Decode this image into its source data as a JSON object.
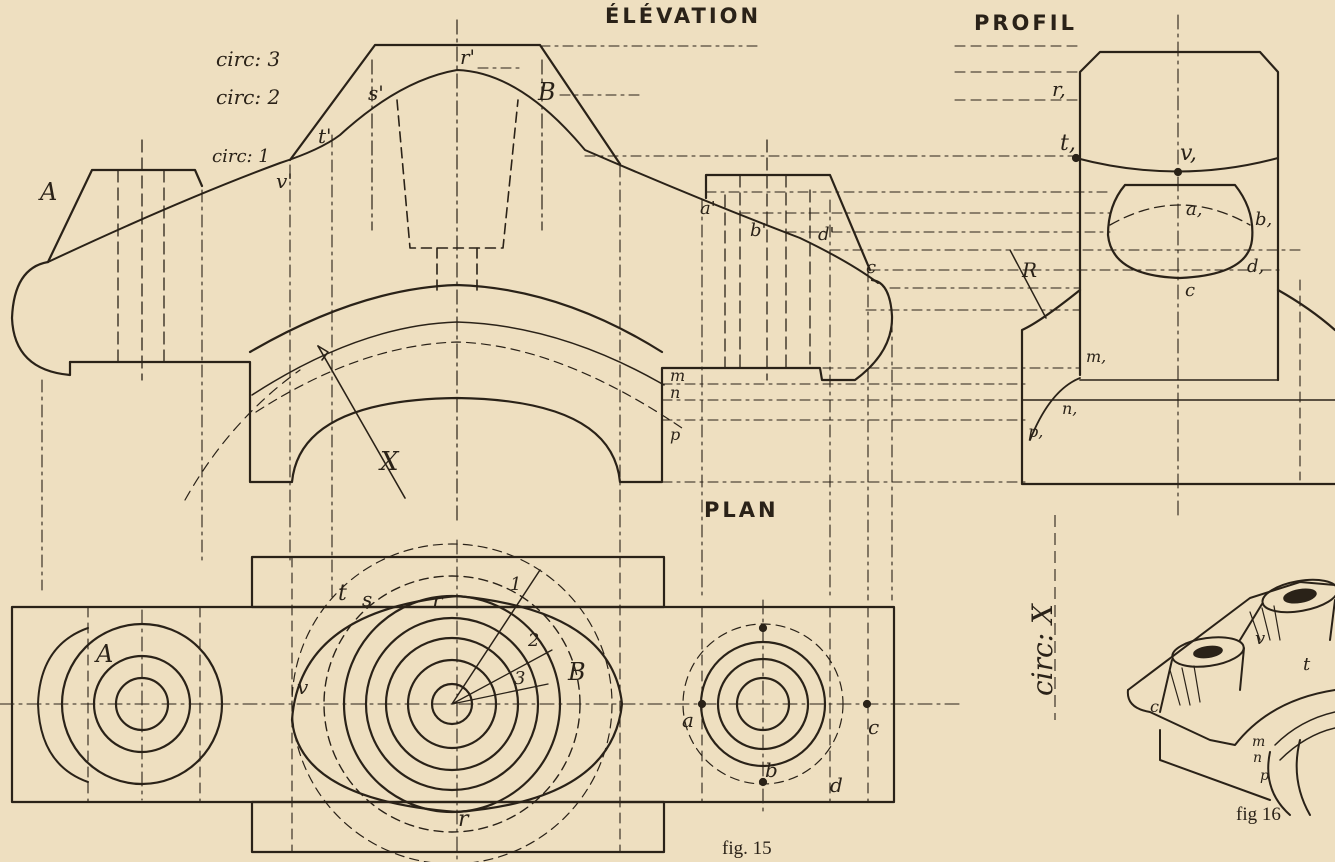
{
  "titles": {
    "elevation": "ÉLÉVATION",
    "profil": "PROFIL",
    "plan": "PLAN"
  },
  "captions": {
    "fig15": "fig. 15",
    "fig16": "fig 16"
  },
  "labels": {
    "circ3": "circ: 3",
    "circ2": "circ: 2",
    "circ1": "circ: 1",
    "A": "A",
    "B": "B",
    "r_prime": "r'",
    "s_prime": "s'",
    "t_prime": "t'",
    "v_prime": "v'",
    "a_prime": "a'",
    "b_prime": "b'",
    "d_prime": "d'",
    "c": "c",
    "m": "m",
    "n": "n",
    "p": "p",
    "X": "X",
    "r1": "r,",
    "t1": "t,",
    "v1": "v,",
    "a1": "a,",
    "b1": "b,",
    "d1": "d,",
    "c1": "c",
    "m1": "m,",
    "n1": "n,",
    "p1": "p,",
    "R": "R",
    "plan_A": "A",
    "plan_B": "B",
    "plan_t": "t",
    "plan_s": "s",
    "plan_r_top": "r",
    "plan_r_bottom": "r",
    "plan_v": "v",
    "plan_1": "1",
    "plan_2": "2",
    "plan_3": "3",
    "plan_a": "a",
    "plan_c": "c",
    "plan_b": "b",
    "plan_d": "d",
    "circX": "circ: X",
    "iso_v": "v",
    "iso_t": "t",
    "iso_c": "c",
    "iso_m": "m",
    "iso_n": "n",
    "iso_p": "p"
  },
  "colors": {
    "paper": "#eedfc0",
    "ink": "#2a2218"
  }
}
